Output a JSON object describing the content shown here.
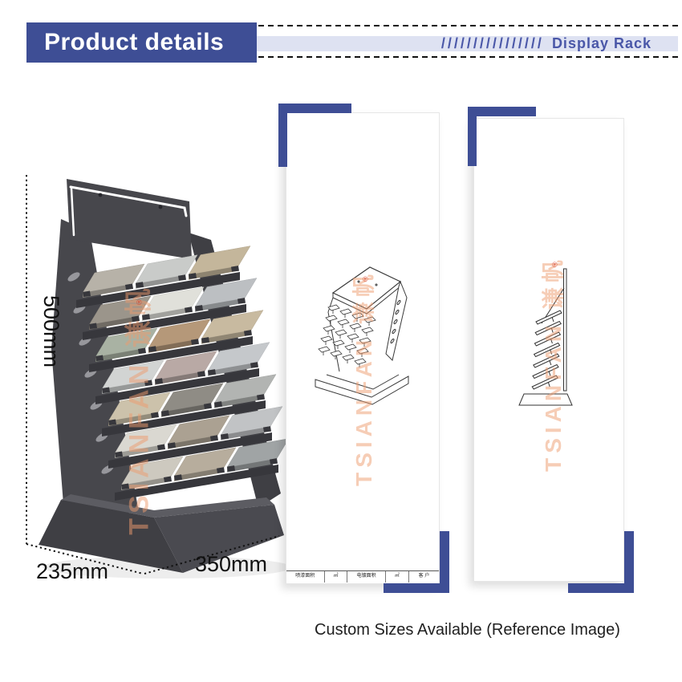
{
  "header": {
    "title": "Product details",
    "slashes": "////////////////",
    "tag": "Display Rack",
    "accent_color": "#3E4E95",
    "band_color": "#DEE2F2",
    "tag_color": "#4A57A8"
  },
  "product": {
    "dim_height": "500mm",
    "dim_depth": "235mm",
    "dim_width": "350mm",
    "watermark": {
      "text": "TSIANFAN 谦帆",
      "reg": "®",
      "color": "#EE9C6F"
    },
    "rack": {
      "frame_color": "#47474C",
      "frame_dark": "#37373C",
      "base_front": "#3F3F44",
      "base_side": "#4A4A50",
      "base_top": "#5C5C62",
      "hole_color": "#97979C",
      "tile_rows": [
        [
          "#B7B2A8",
          "#C9CBC9",
          "#C4B69B"
        ],
        [
          "#9B958B",
          "#E0E0DA",
          "#BCBFC2"
        ],
        [
          "#A9B2A3",
          "#B59879",
          "#C8BAA0"
        ],
        [
          "#D2D4D3",
          "#B9A9A5",
          "#C5C8CB"
        ],
        [
          "#CCC2AB",
          "#8F8C85",
          "#B2B4B2"
        ],
        [
          "#DAD8D1",
          "#ABA192",
          "#C1C3C5"
        ],
        [
          "#CDC9BF",
          "#B7AD9D",
          "#A0A4A5"
        ]
      ]
    }
  },
  "panels": {
    "accent_color": "#3E4E95",
    "middle": {
      "watermark": "TSIANFAN 谦帆",
      "titleblock": [
        "喷漆面积",
        "㎡",
        "电镀面积",
        "㎡",
        "客 户"
      ]
    },
    "right": {
      "watermark": "TSIANFAN 谦帆"
    }
  },
  "footer": {
    "note": "Custom Sizes Available (Reference Image)"
  }
}
